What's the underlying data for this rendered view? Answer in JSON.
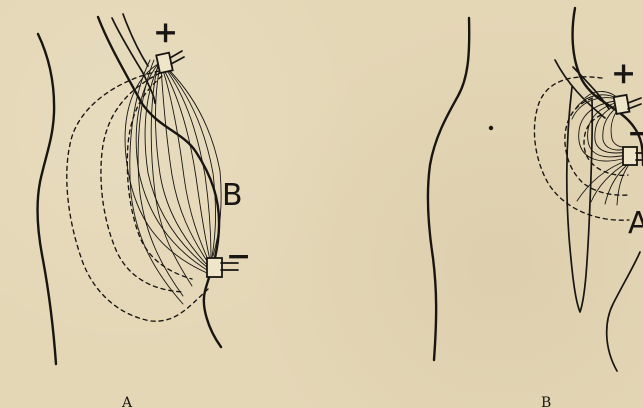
{
  "figure": {
    "panels": [
      {
        "caption": "A",
        "plus": "+",
        "minus": "−",
        "letter": "B"
      },
      {
        "caption": "B",
        "plus": "+",
        "minus": "−",
        "letter": "A"
      }
    ]
  }
}
